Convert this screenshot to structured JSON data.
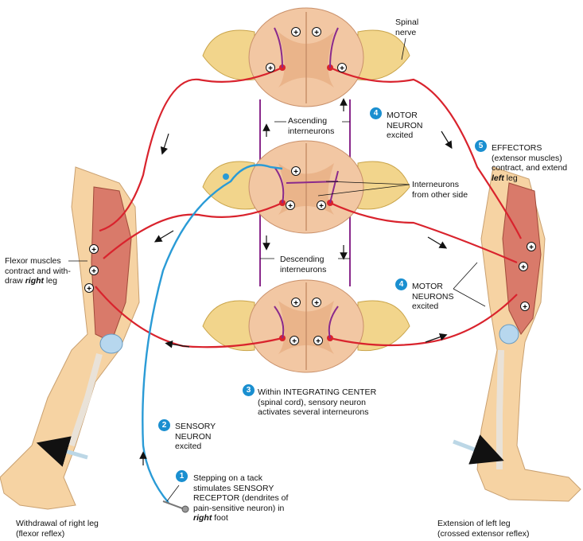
{
  "labels": {
    "spinal_nerve": "Spinal\nnerve",
    "ascending": "Ascending\ninterneurons",
    "descending": "Descending\ninterneurons",
    "interneurons_other": "Interneurons\nfrom other side",
    "flexor_a": "Flexor muscles\ncontract and with-\ndraw ",
    "flexor_em": "right",
    "flexor_b": " leg",
    "withdrawal": "Withdrawal of right leg\n(flexor reflex)",
    "extension": "Extension of left leg\n(crossed extensor reflex)"
  },
  "steps": [
    {
      "num": "1",
      "text_a": "Stepping on a tack\nstimulates SENSORY\nRECEPTOR (dendrites of\npain-sensitive neuron) in\n",
      "em": "right",
      "text_b": " foot"
    },
    {
      "num": "2",
      "text_a": "SENSORY\nNEURON\nexcited",
      "em": "",
      "text_b": ""
    },
    {
      "num": "3",
      "text_a": "Within INTEGRATING CENTER\n(spinal cord), sensory neuron\nactivates several interneurons",
      "em": "",
      "text_b": ""
    },
    {
      "num": "4",
      "text_a": "MOTOR\nNEURON\nexcited",
      "em": "",
      "text_b": ""
    },
    {
      "num": "5",
      "text_a": "EFFECTORS\n(extensor muscles)\ncontract, and extend\n",
      "em": "left",
      "text_b": " leg"
    },
    {
      "num": "4",
      "text_a": "MOTOR\nNEURONS\nexcited",
      "em": "",
      "text_b": ""
    }
  ],
  "colors": {
    "motor": "#d9232d",
    "sensory": "#2a9bd6",
    "interneuron": "#8a2a8c",
    "cord": "#f2c7a3",
    "nerve": "#f2d58c",
    "skin": "#f6d3a3",
    "muscle": "#d97a6a"
  }
}
